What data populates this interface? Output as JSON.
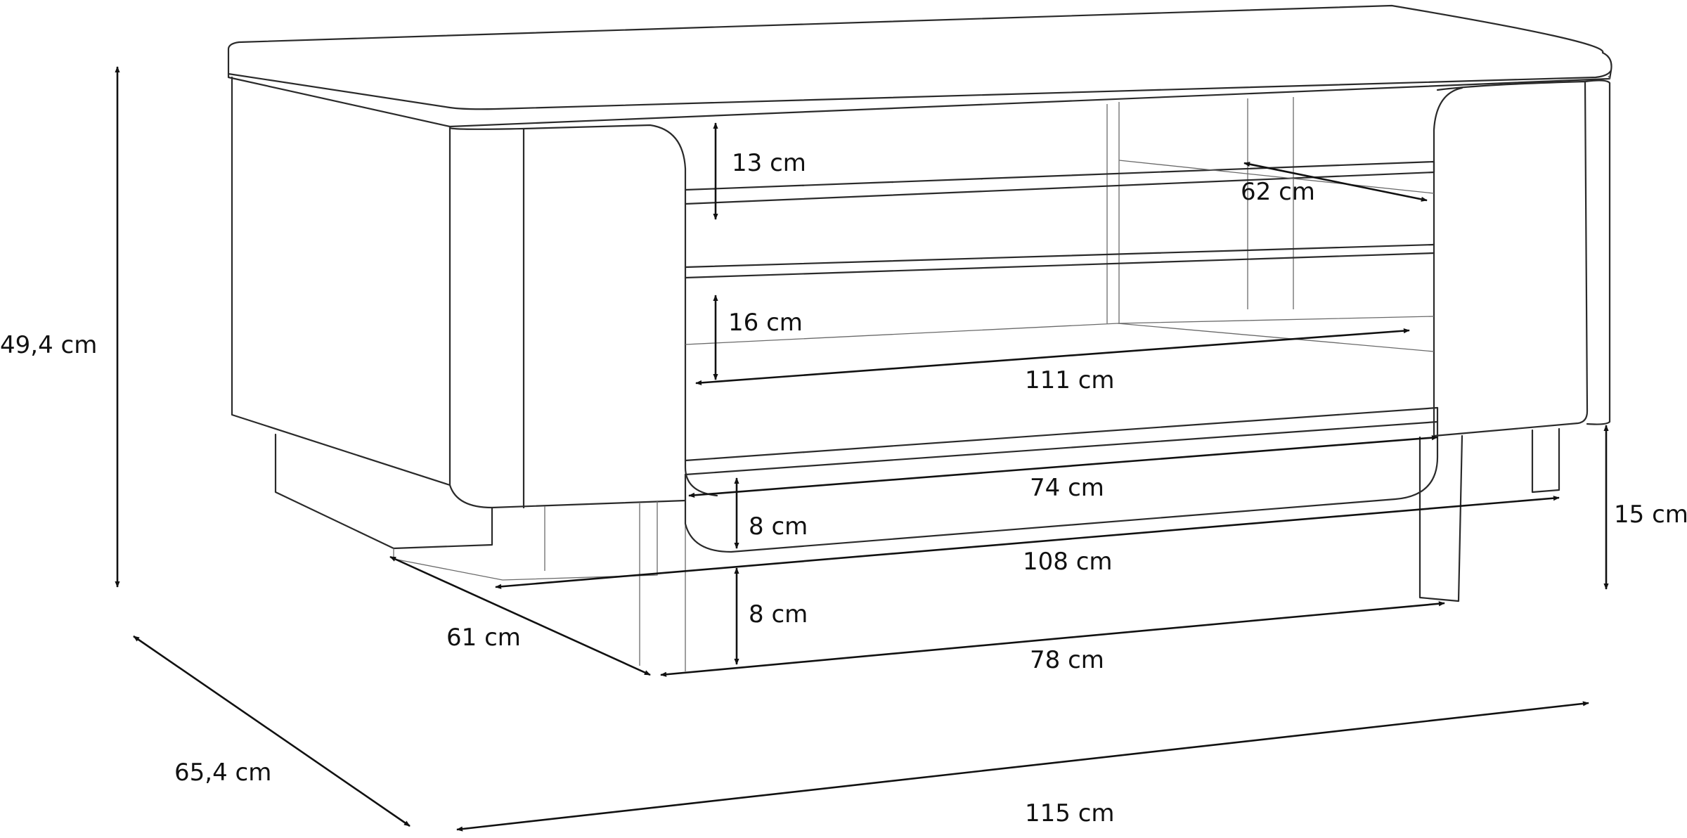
{
  "dimensions": {
    "total_height": "49,4 cm",
    "depth": "65,4 cm",
    "width": "115 cm",
    "leg_height": "15 cm",
    "top_opening": "13 cm",
    "shelf_depth": "62 cm",
    "middle_opening": "16 cm",
    "shelf_width": "111 cm",
    "drawer_width": "74 cm",
    "drawer_height": "8 cm",
    "base_width": "108 cm",
    "base_depth": "61 cm",
    "base_gap": "8 cm",
    "base_inner_width": "78 cm"
  },
  "colors": {
    "line": "#2a2a2a",
    "dimension": "#111111",
    "background": "#ffffff"
  }
}
